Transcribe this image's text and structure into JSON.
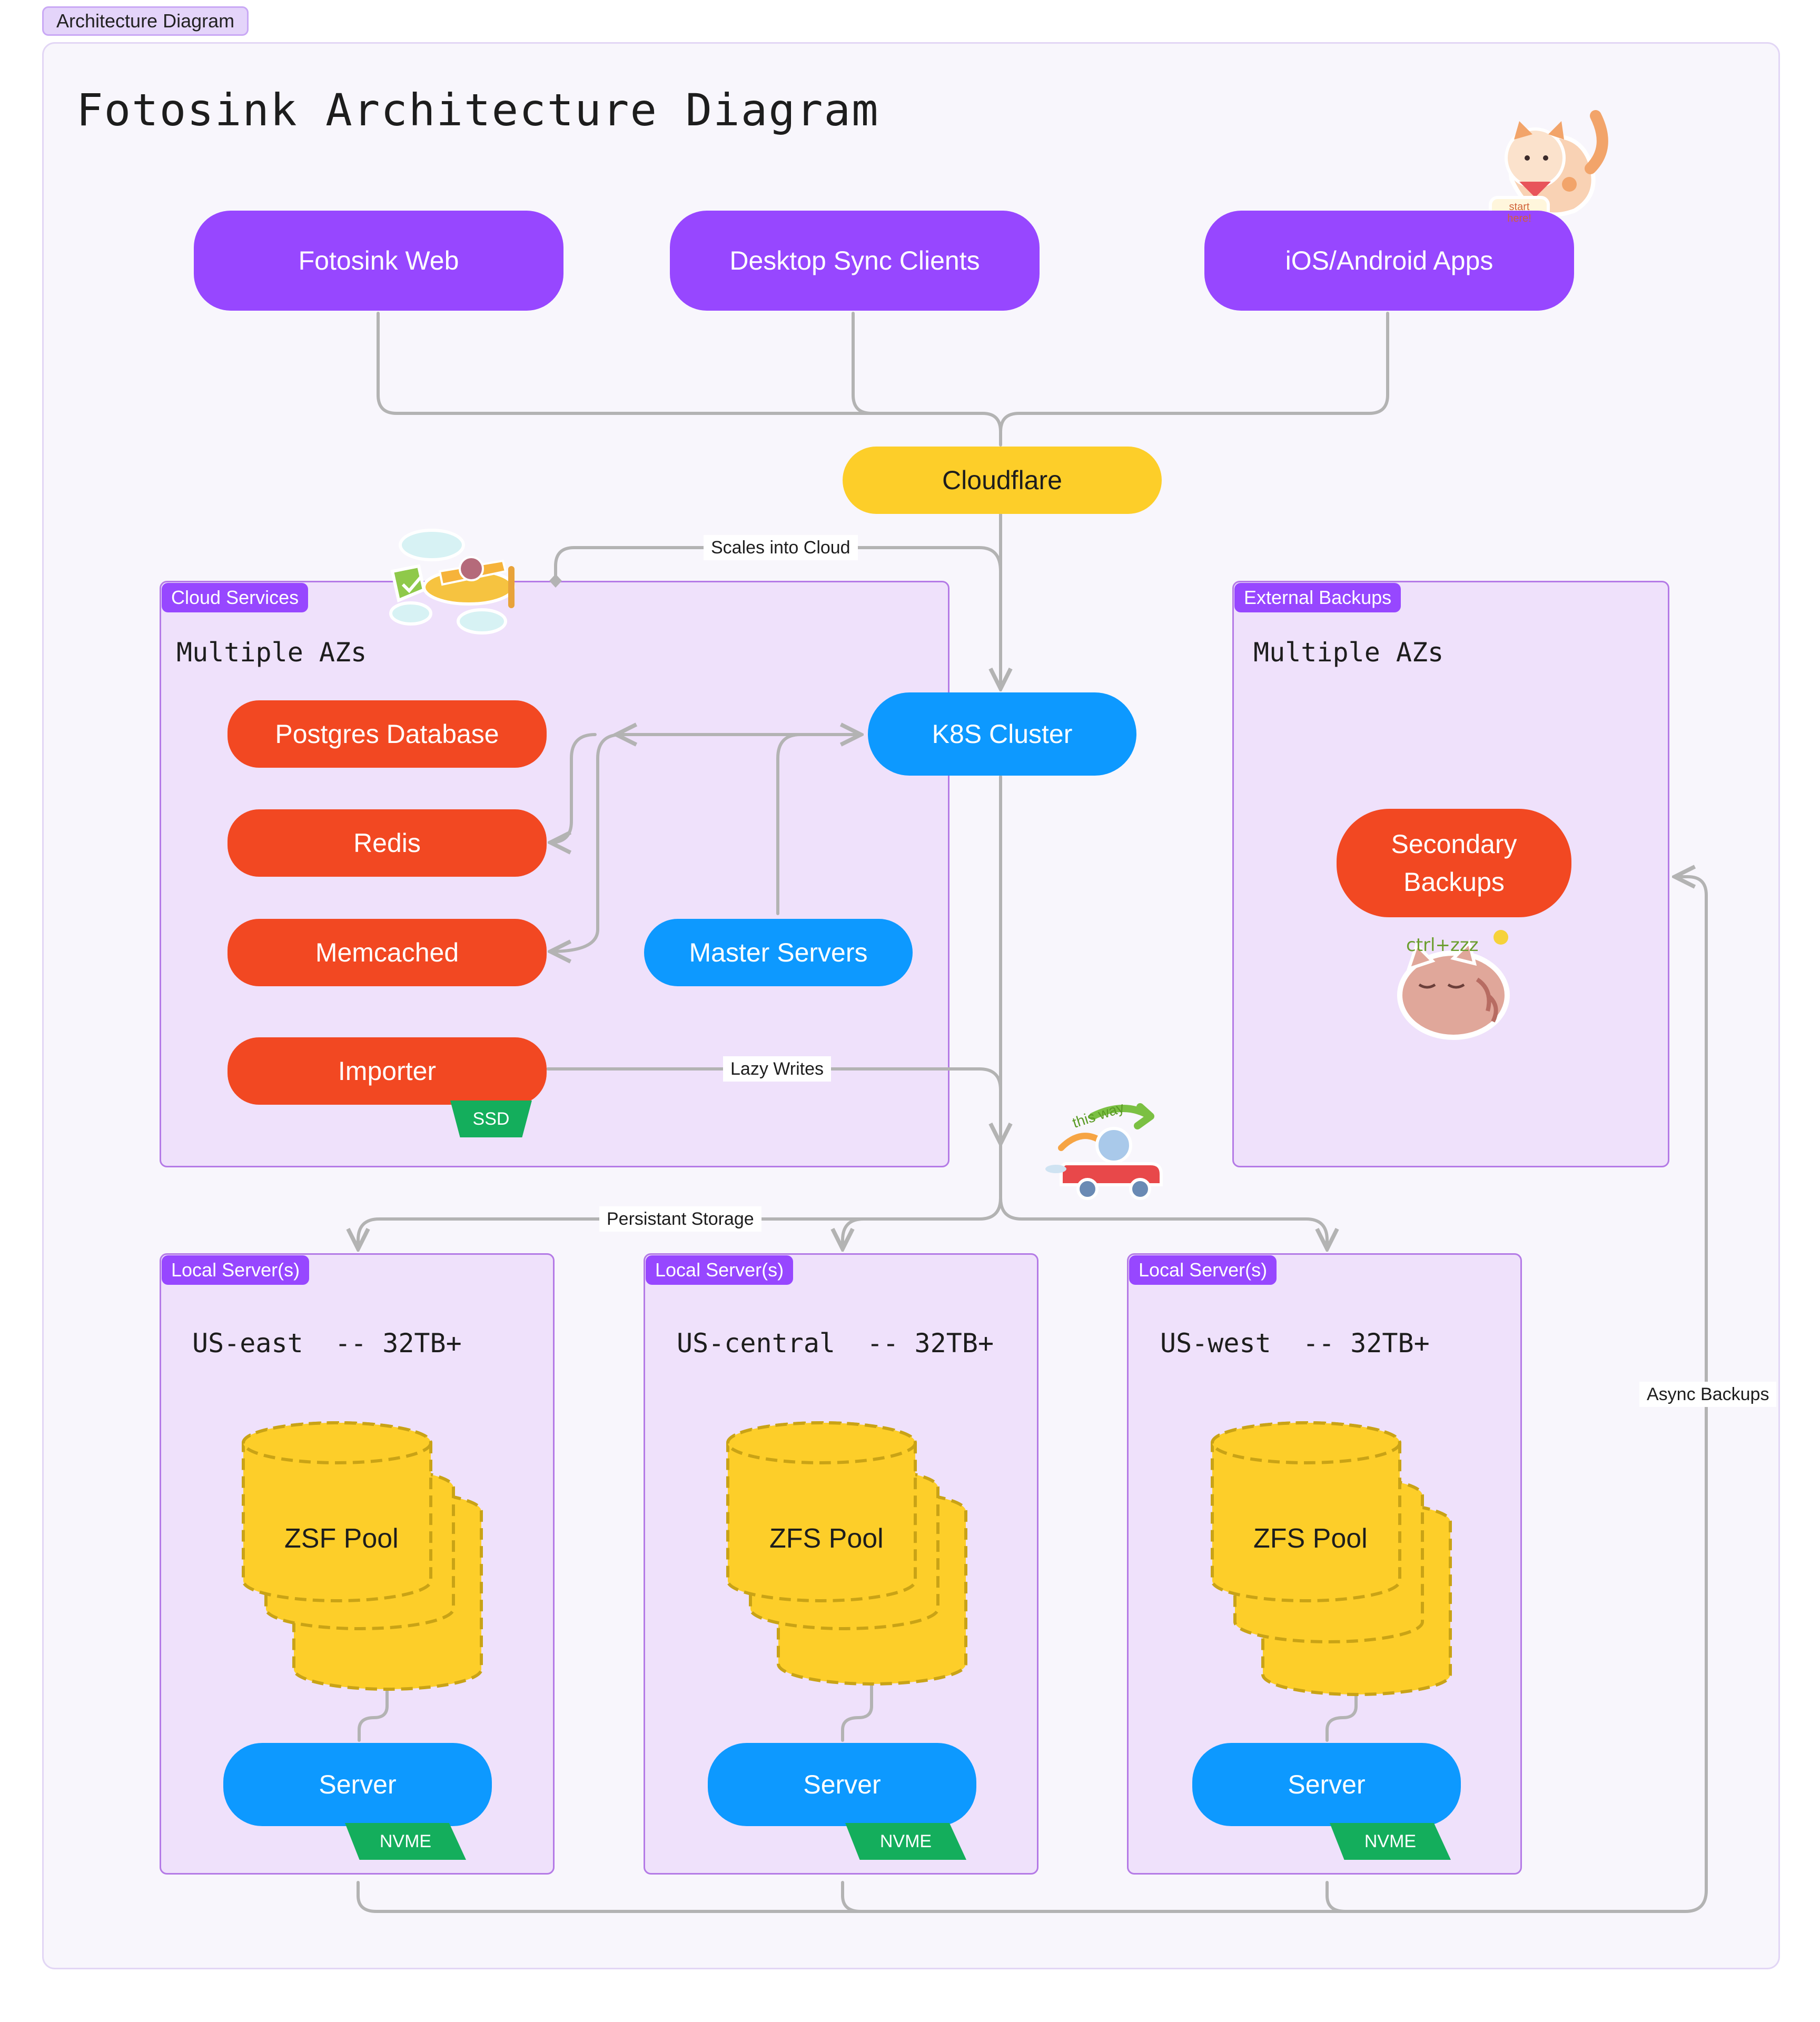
{
  "frame_tag": "Architecture Diagram",
  "title": "Fotosink Architecture Diagram",
  "clients": {
    "web": "Fotosink Web",
    "desktop": "Desktop Sync Clients",
    "mobile": "iOS/Android Apps"
  },
  "cloudflare": "Cloudflare",
  "edge_labels": {
    "scales": "Scales into Cloud",
    "lazy_writes": "Lazy Writes",
    "persistant": "Persistant Storage",
    "async_backups": "Async Backups"
  },
  "cloud_services": {
    "tag": "Cloud Services",
    "subtitle": "Multiple AZs",
    "postgres": "Postgres Database",
    "redis": "Redis",
    "memcached": "Memcached",
    "importer": "Importer",
    "importer_tag": "SSD",
    "master": "Master Servers"
  },
  "k8s": "K8S Cluster",
  "external_backups": {
    "tag": "External Backups",
    "subtitle": "Multiple AZs",
    "secondary": "Secondary Backups",
    "sticker_text": "ctrl+zzz"
  },
  "stickers": {
    "start": "start here!",
    "this_way": "this way"
  },
  "local_servers": [
    {
      "tag": "Local Server(s)",
      "region": "US-east  -- 32TB+",
      "pool": "ZSF Pool",
      "server": "Server",
      "disk": "NVME"
    },
    {
      "tag": "Local Server(s)",
      "region": "US-central  -- 32TB+",
      "pool": "ZFS Pool",
      "server": "Server",
      "disk": "NVME"
    },
    {
      "tag": "Local Server(s)",
      "region": "US-west  -- 32TB+",
      "pool": "ZFS Pool",
      "server": "Server",
      "disk": "NVME"
    }
  ],
  "colors": {
    "purple": "#9747ff",
    "yellow": "#fdce29",
    "red": "#f24822",
    "blue": "#0d99ff",
    "green": "#14ae5c",
    "group_fill": "#efe1fb",
    "connector": "#b3b3b3"
  }
}
